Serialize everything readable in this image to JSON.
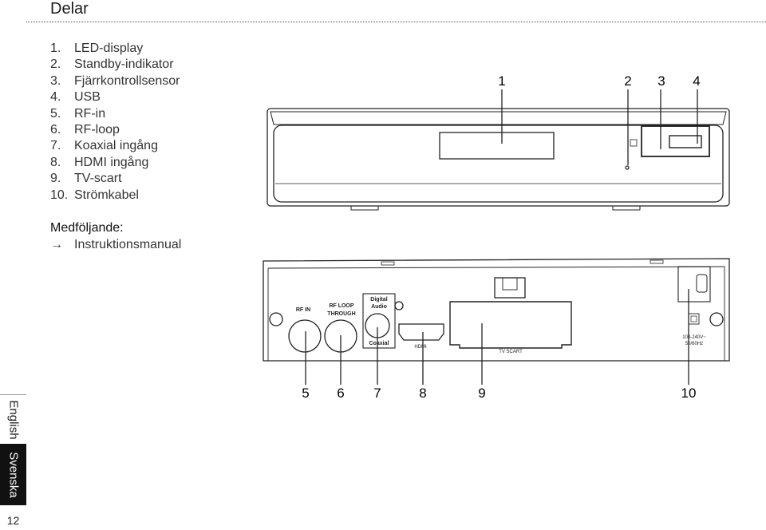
{
  "section_title": "Delar",
  "parts": [
    {
      "num": "1.",
      "label": "LED-display"
    },
    {
      "num": "2.",
      "label": "Standby-indikator"
    },
    {
      "num": "3.",
      "label": "Fjärrkontrollsensor"
    },
    {
      "num": "4.",
      "label": "USB"
    },
    {
      "num": "5.",
      "label": "RF-in"
    },
    {
      "num": "6.",
      "label": "RF-loop"
    },
    {
      "num": "7.",
      "label": "Koaxial ingång"
    },
    {
      "num": "8.",
      "label": "HDMI ingång"
    },
    {
      "num": "9.",
      "label": "TV-scart"
    },
    {
      "num": "10.",
      "label": "Strömkabel"
    }
  ],
  "included": {
    "heading": "Medföljande:",
    "arrow": "→",
    "item": "Instruktionsmanual"
  },
  "diagram": {
    "front_callouts": [
      "1",
      "2",
      "3",
      "4"
    ],
    "rear_callouts": [
      "5",
      "6",
      "7",
      "8",
      "9",
      "10"
    ],
    "rear_labels": {
      "rf_in": "RF IN",
      "rf_loop_1": "RF LOOP",
      "rf_loop_2": "THROUGH",
      "digital_1": "Digital",
      "digital_2": "Audio",
      "coaxial": "Coaxial",
      "hdmi": "HDMI",
      "tv_scart": "TV SCART",
      "power_1": "100-240V~",
      "power_2": "50/60Hz"
    }
  },
  "side_tabs": {
    "english": "English",
    "svenska": "Svenska",
    "page": "12"
  }
}
